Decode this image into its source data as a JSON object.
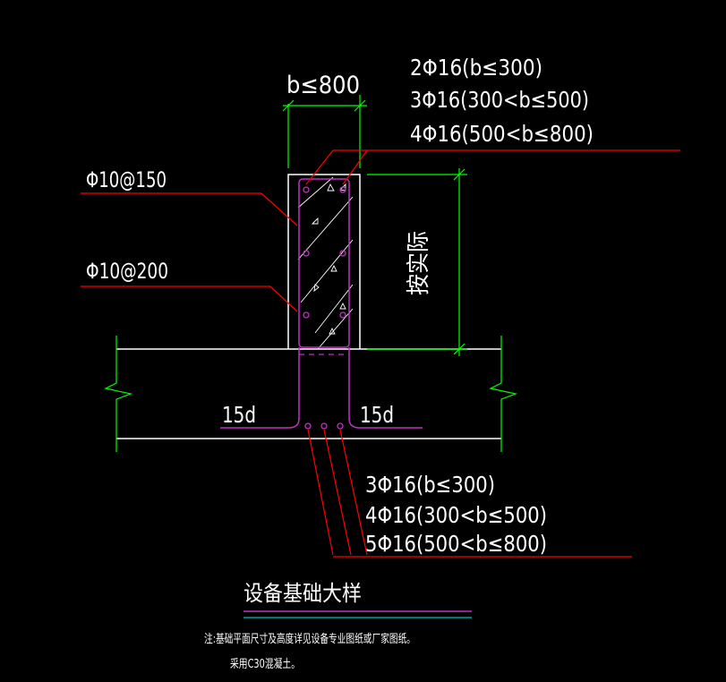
{
  "drawing": {
    "dimension_width": "b≤800",
    "top_bars": [
      "2Φ16(b≤300)",
      "3Φ16(300<b≤500)",
      "4Φ16(500<b≤800)"
    ],
    "stirrup_label_1": "Φ10@150",
    "stirrup_label_2": "Φ10@200",
    "height_label": "按实际",
    "anchor_left": "15d",
    "anchor_right": "15d",
    "bottom_bars": [
      "3Φ16(b≤300)",
      "4Φ16(300<b≤500)",
      "5Φ16(500<b≤800)"
    ],
    "title": "设备基础大样",
    "notes": [
      "注:基础平面尺寸及高度详见设备专业图纸或厂家图纸。",
      "采用C30混凝土。"
    ]
  },
  "colors": {
    "background": "#000000",
    "outline": "#ffffff",
    "concrete": "#ffffff",
    "rebar": "#c030c0",
    "leader": "#ff0000",
    "dimension": "#00ff00",
    "title_underline_1": "#c030c0",
    "title_underline_2": "#00c0c0"
  }
}
